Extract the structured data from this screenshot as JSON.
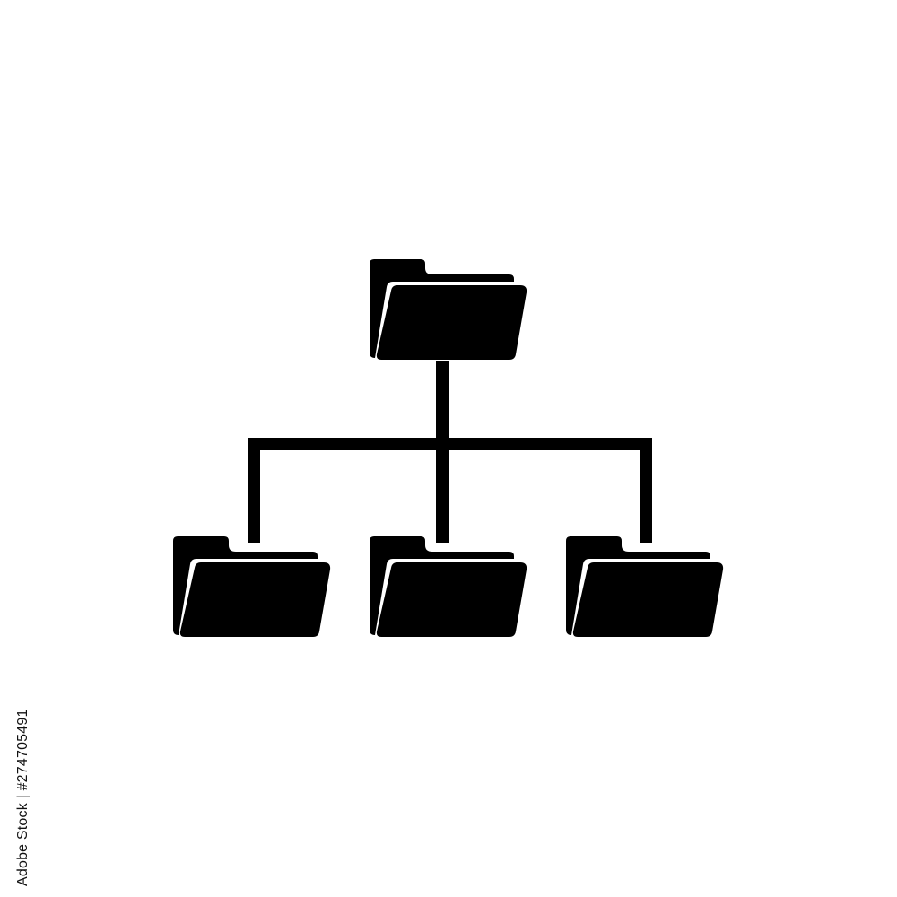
{
  "diagram": {
    "icon_name": "folder-hierarchy-icon",
    "nodes": [
      {
        "id": "root",
        "icon": "folder-icon",
        "level": 0
      },
      {
        "id": "child-left",
        "icon": "folder-icon",
        "level": 1
      },
      {
        "id": "child-center",
        "icon": "folder-icon",
        "level": 1
      },
      {
        "id": "child-right",
        "icon": "folder-icon",
        "level": 1
      }
    ],
    "edges": [
      {
        "from": "root",
        "to": "child-left"
      },
      {
        "from": "root",
        "to": "child-center"
      },
      {
        "from": "root",
        "to": "child-right"
      }
    ],
    "colors": {
      "icon": "#000000",
      "background": "#ffffff"
    }
  },
  "watermark": {
    "text": "Adobe Stock | #274705491"
  }
}
